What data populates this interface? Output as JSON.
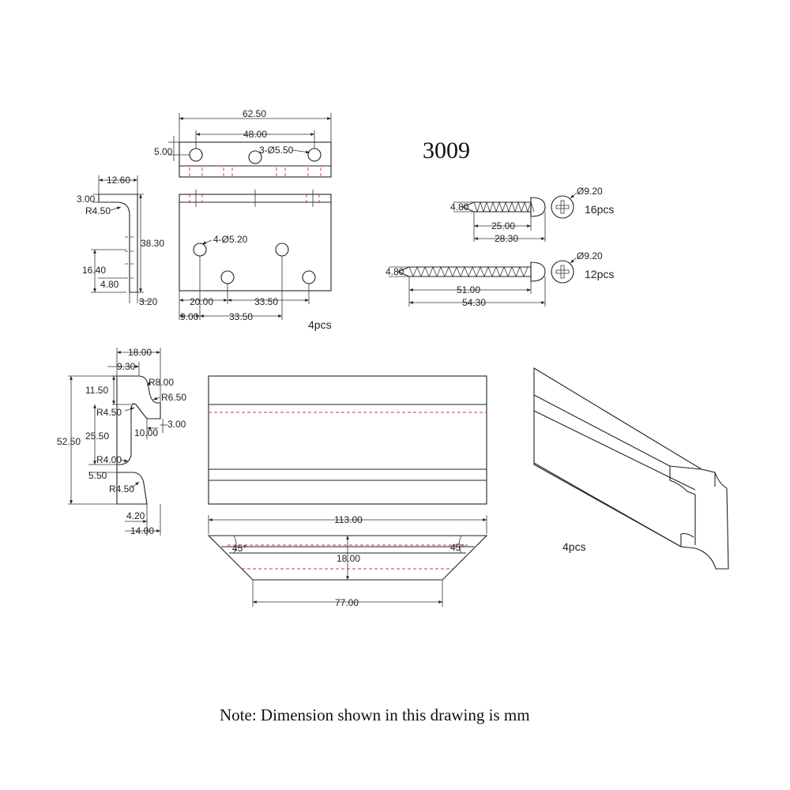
{
  "model_number": "3009",
  "note": "Note: Dimension shown in this drawing is mm",
  "bracket": {
    "dims": {
      "width_total": "62.50",
      "hole_spacing": "48.00",
      "top_offset": "5.00",
      "top_holes": "3-Ø5.50",
      "side_width": "12.60",
      "side_thickness_top": "3.00",
      "bend_radius": "R4.50",
      "height": "38.30",
      "hole_height": "16.40",
      "hole_low": "4.80",
      "thickness": "3.20",
      "face_holes": "4-Ø5.20",
      "bottom_left": "20.00",
      "bottom_mid": "33.50",
      "bottom_edge": "9.00",
      "bottom_mid2": "33.50"
    },
    "qty": "4pcs"
  },
  "screws": [
    {
      "diameter": "4.80",
      "head": "Ø9.20",
      "thread": "25.00",
      "length": "28.30",
      "qty": "16pcs"
    },
    {
      "diameter": "4.80",
      "head": "Ø9.20",
      "thread": "51.00",
      "length": "54.30",
      "qty": "12pcs"
    }
  ],
  "rail": {
    "profile": {
      "top_width": "18.00",
      "top_inner": "9.30",
      "r1": "R8.00",
      "r2": "R6.50",
      "h_top": "11.50",
      "r3": "R4.50",
      "lip": "3.00",
      "inner_depth": "10.00",
      "height_total": "52.50",
      "h_mid": "25.50",
      "r4": "R4.00",
      "h_low": "5.50",
      "r5": "R4.50",
      "bottom_inner": "4.20",
      "bottom_width": "14.00"
    },
    "length_top": "113.00",
    "length_bottom": "77.00",
    "height": "18.00",
    "angle_left": "45°",
    "angle_right": "45°",
    "qty": "4pcs"
  }
}
